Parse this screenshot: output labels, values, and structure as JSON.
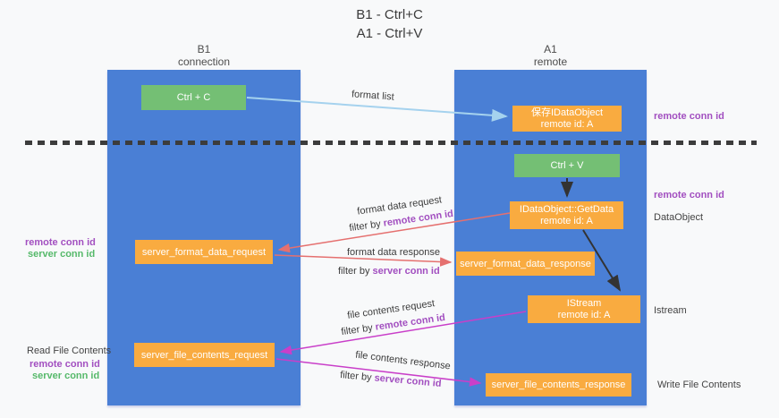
{
  "title": {
    "line1": "B1 - Ctrl+C",
    "line2": "A1 - Ctrl+V"
  },
  "lifelines": {
    "left": {
      "name": "B1",
      "role": "connection"
    },
    "right": {
      "name": "A1",
      "role": "remote"
    }
  },
  "boxes": {
    "ctrl_c": {
      "label": "Ctrl + C"
    },
    "ctrl_v": {
      "label": "Ctrl + V"
    },
    "save_idataobject": {
      "line1": "保存IDataObject",
      "line2": "remote id: A"
    },
    "getdata": {
      "line1": "IDataObject::GetData",
      "line2": "remote id: A"
    },
    "istream": {
      "line1": "IStream",
      "line2": "remote id: A"
    },
    "server_format_data_request": {
      "label": "server_format_data_request"
    },
    "server_format_data_response": {
      "label": "server_format_data_response"
    },
    "server_file_contents_request": {
      "label": "server_file_contents_request"
    },
    "server_file_contents_response": {
      "label": "server_file_contents_response"
    }
  },
  "edge_labels": {
    "format_list": "format list",
    "format_data_request": "format data request",
    "format_data_request_filter": {
      "prefix": "filter by ",
      "key": "remote conn id"
    },
    "format_data_response": "format data response",
    "format_data_response_filter": {
      "prefix": "filter by ",
      "key": "server conn id"
    },
    "file_contents_request": "file contents request",
    "file_contents_request_filter": {
      "prefix": "filter by ",
      "key": "remote conn id"
    },
    "file_contents_response": "file contents response",
    "file_contents_response_filter": {
      "prefix": "filter by ",
      "key": "server conn id"
    }
  },
  "side_labels": {
    "right_top_remote_conn_id": "remote conn id",
    "right_mid_remote_conn_id": "remote conn id",
    "right_dataobject": "DataObject",
    "right_istream": "Istream",
    "right_write_file_contents": "Write File Contents",
    "left_remote_conn_id": "remote conn id",
    "left_server_conn_id": "server conn id",
    "left_read_file_contents": "Read File Contents",
    "left_remote_conn_id_2": "remote conn id",
    "left_server_conn_id_2": "server conn id"
  },
  "colors": {
    "lifeline_blue": "#4a7fd5",
    "action_green": "#74bf74",
    "message_orange": "#f9ab40",
    "arrow_light_blue": "#a5d2ee",
    "arrow_red": "#e5706f",
    "arrow_magenta": "#c93fc9",
    "arrow_black": "#333333",
    "remote_conn_id_purple": "#a24fc0",
    "server_conn_id_green": "#56b96a",
    "background": "#f8f9fa"
  }
}
